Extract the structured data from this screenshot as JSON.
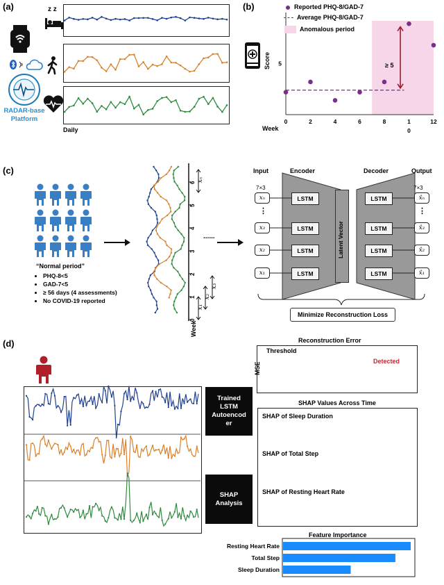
{
  "panel_labels": {
    "a": "(a)",
    "b": "(b)",
    "c": "(c)",
    "d": "(d)"
  },
  "panel_a": {
    "platform_label": "RADAR-base\nPlatform",
    "daily_label": "Daily",
    "sleep_icon_glyph": "z z",
    "icons": [
      "bed-sleep-icon",
      "walking-person-icon",
      "heart-rate-icon",
      "smartwatch-icon",
      "bluetooth-icon",
      "cloud-icon"
    ],
    "series_colors": [
      "#1f3f8f",
      "#d9822b",
      "#2e8b3e"
    ]
  },
  "panel_b": {
    "chart_data": {
      "type": "scatter",
      "x_label": "Week",
      "y_label": "Score",
      "x_ticks": [
        "0",
        "2",
        "4",
        "6",
        "8",
        "10",
        "12"
      ],
      "y_ticks": [
        "5"
      ],
      "xlim": [
        0,
        12
      ],
      "ylim": [
        0,
        10
      ],
      "points": [
        {
          "week": 0,
          "score": 2.2
        },
        {
          "week": 2,
          "score": 3.2
        },
        {
          "week": 4,
          "score": 1.4
        },
        {
          "week": 6,
          "score": 2.2
        },
        {
          "week": 8,
          "score": 3.2
        },
        {
          "week": 10,
          "score": 8.9
        },
        {
          "week": 12,
          "score": 6.8
        }
      ],
      "average": 2.4,
      "anomalous_period": [
        7,
        12
      ],
      "annotation": "≥ 5",
      "legend": [
        "Reported PHQ-8/GAD-7",
        "Average PHQ-8/GAD-7",
        "Anomalous period"
      ],
      "colors": {
        "points": "#7b2d8e",
        "average": "#7b2d8e",
        "anomaly": "#f6d6e8",
        "arrow": "#a0182a"
      }
    }
  },
  "panel_c": {
    "normal_period_title": "“Normal period”",
    "criteria": [
      "PHQ-8<5",
      "GAD-7<5",
      "≥ 56 days (4 assessments)",
      "No COVID-19 reported"
    ],
    "week_axis_label": "Week",
    "week_ticks": [
      "0",
      "1",
      "2",
      "3",
      "4",
      "5",
      "6"
    ],
    "x_labels": [
      "x₁",
      "x₂",
      "x₃",
      "xₙ"
    ],
    "dots": "......",
    "input_label": "Input",
    "encoder_label": "Encoder",
    "decoder_label": "Decoder",
    "output_label": "Output",
    "shape_in": "7×3",
    "shape_out": "7×3",
    "inputs": [
      "xₙ",
      "x₃",
      "x₂",
      "x₁"
    ],
    "outputs": [
      "x̂ₙ",
      "x̂₃",
      "x̂₂",
      "x̂₁"
    ],
    "lstm_label": "LSTM",
    "ellipsis": "⋮",
    "latent_label": "Latent Vector",
    "loss_label": "Minimize Reconstruction Loss",
    "person_color": "#3a7fc4"
  },
  "panel_d": {
    "trained_box": "Trained\nLSTM\nAutoencod\ner",
    "shap_box": "SHAP\nAnalysis",
    "recon_title": "Reconstruction Error",
    "mse_label": "MSE",
    "threshold_label": "Threshold",
    "detected_label": "Detected",
    "shap_title": "SHAP  Values Across Time",
    "shap_rows": [
      "SHAP of Sleep Duration",
      "SHAP of Total Step",
      "SHAP of Resting Heart Rate"
    ],
    "feature_title": "Feature Importance",
    "chart_data": {
      "type": "bar",
      "categories": [
        "Resting Heart Rate",
        "Total Step",
        "Sleep Duration"
      ],
      "values": [
        1.0,
        0.88,
        0.53
      ],
      "color": "#1a8cff"
    },
    "person_color": "#b0202a"
  }
}
